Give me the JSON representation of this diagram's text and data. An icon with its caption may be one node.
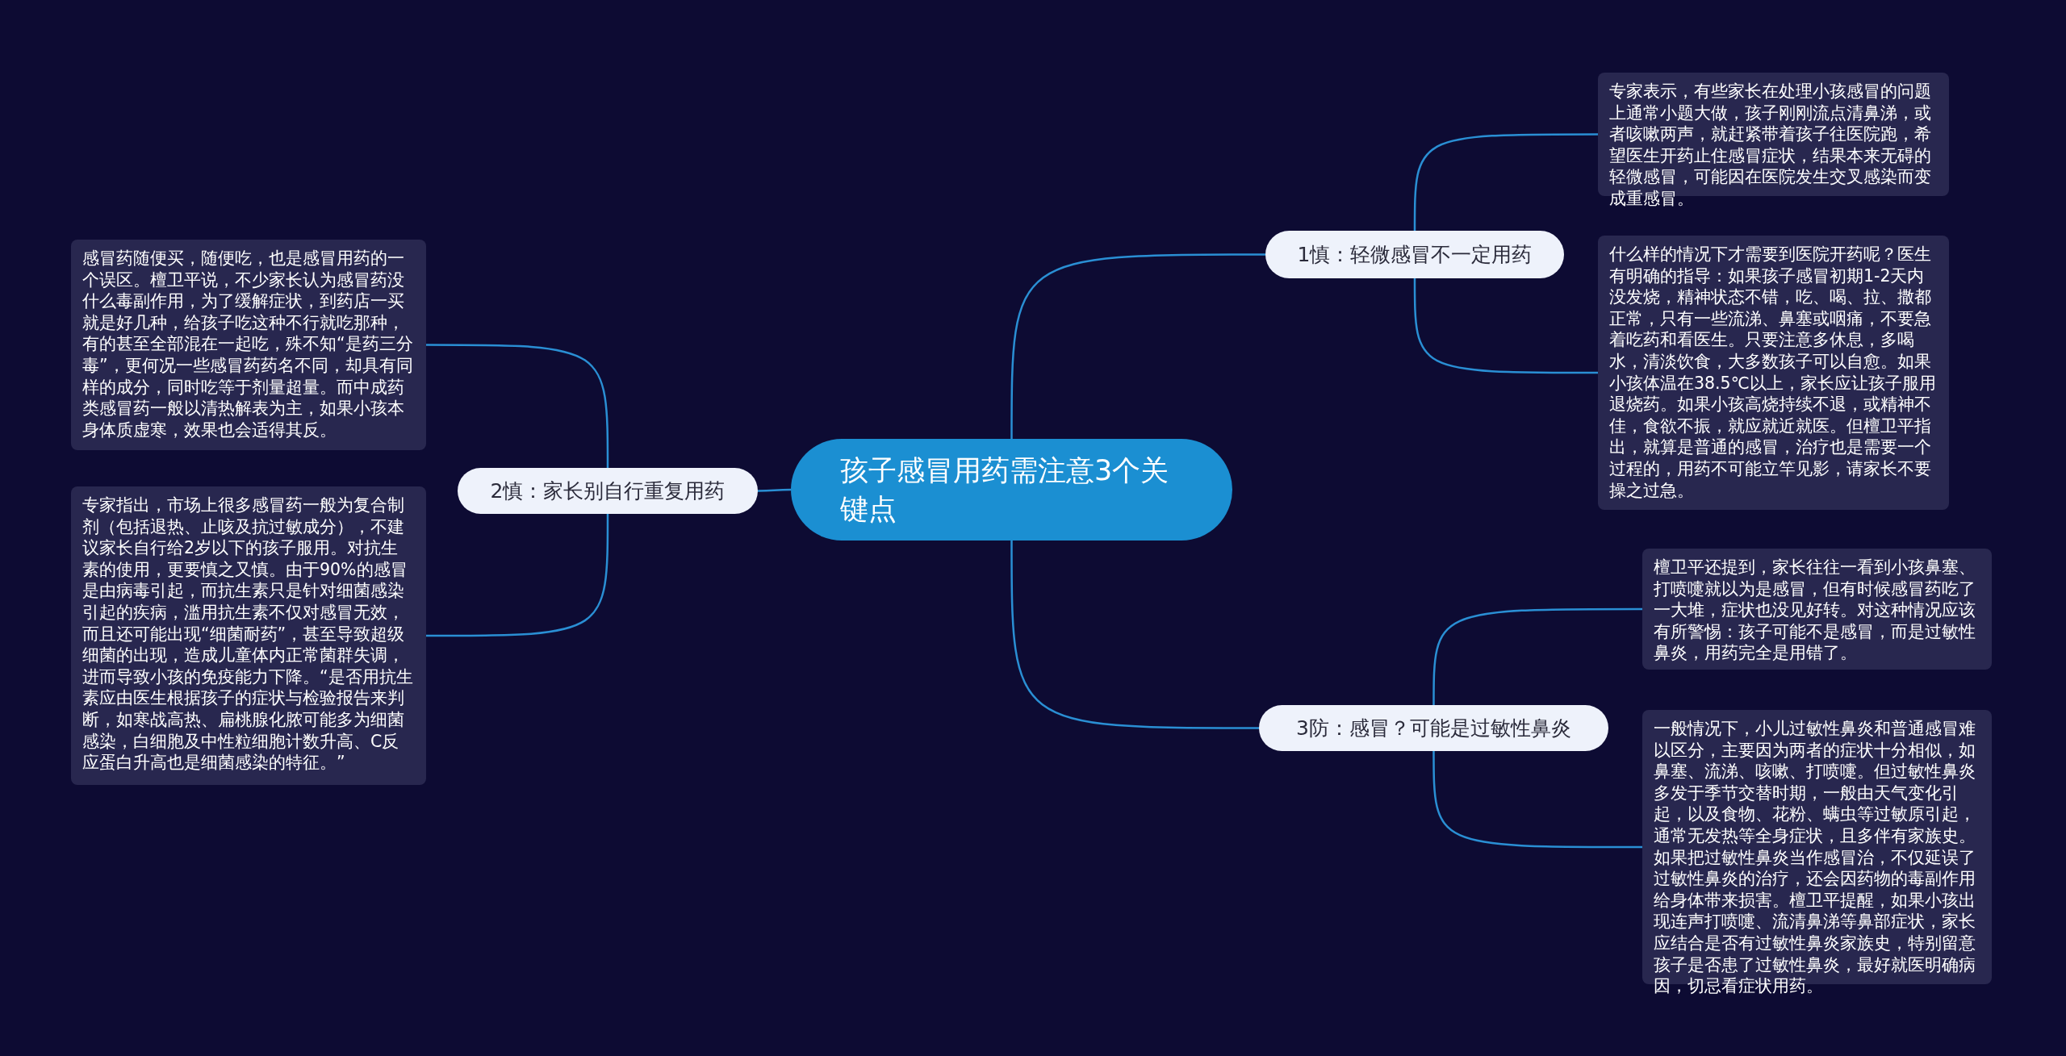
{
  "diagram": {
    "nodes": [
      {
        "text": [
          "孩子感冒用药需注意3个关键点"
        ]
      },
      {
        "text": [
          "1慎：轻微感冒不一定用药"
        ]
      },
      {
        "text": [
          "专家表示，有些家长在处理小孩感冒的问题上通常小题大做，孩子刚刚流点清鼻涕，或者咳嗽两声，就赶紧带着孩子往医院跑，希望医生开药止住感冒症状，结果本来无碍的轻微感冒，可能因在医院发生交叉感染而变成重感冒。"
        ]
      },
      {
        "text": [
          "什么样的情况下才需要到医院开药呢？医生有明确的指导：如果孩子感冒初期1-2天内没发烧，精神状态不错，吃、喝、拉、撒都正常，只有一些流涕、鼻塞或咽痛，不要急着吃药和看医生。只要注意多休息，多喝水，清淡饮食，大多数孩子可以自愈。如果小孩体温在38.5℃以上，家长应让孩子服用退烧药。如果小孩高烧持续不退，或精神不佳，食欲不振，就应就近就医。但檀卫平指出，就算是普通的感冒，治疗也是需要一个过程的，用药不可能立竿见影，请家长不要操之过急。"
        ]
      },
      {
        "text": [
          "2慎：家长别自行重复用药"
        ]
      },
      {
        "text": [
          "感冒药随便买，随便吃，也是感冒用药的一个误区。檀卫平说，不少家长认为感冒药没什么毒副作用，为了缓解症状，到药店一买就是好几种，给孩子吃这种不行就吃那种，有的甚至全部混在一起吃，殊不知“是药三分毒”，更何况一些感冒药药名不同，却具有同样的成分，同时吃等于剂量超量。而中成药类感冒药一般以清热解表为主，如果小孩本身体质虚寒，效果也会适得其反。"
        ]
      },
      {
        "text": [
          "专家指出，市场上很多感冒药一般为复合制剂（包括退热、止咳及抗过敏成分），不建议家长自行给2岁以下的孩子服用。对抗生素的使用，更要慎之又慎。由于90%的感冒是由病毒引起，而抗生素只是针对细菌感染引起的疾病，滥用抗生素不仅对感冒无效，而且还可能出现“细菌耐药”，甚至导致超级细菌的出现，造成儿童体内正常菌群失调，进而导致小孩的免疫能力下降。“是否用抗生素应由医生根据孩子的症状与检验报告来判断，如寒战高热、扁桃腺化脓可能多为细菌感染，白细胞及中性粒细胞计数升高、C反应蛋白升高也是细菌感染的特征。”"
        ]
      },
      {
        "text": [
          "3防：感冒？可能是过敏性鼻炎"
        ]
      },
      {
        "text": [
          "檀卫平还提到，家长往往一看到小孩鼻塞、打喷嚏就以为是感冒，但有时候感冒药吃了一大堆，症状也没见好转。对这种情况应该有所警惕：孩子可能不是感冒，而是过敏性鼻炎，用药完全是用错了。"
        ]
      },
      {
        "text": [
          "一般情况下，小儿过敏性鼻炎和普通感冒难以区分，主要因为两者的症状十分相似，如鼻塞、流涕、咳嗽、打喷嚏。但过敏性鼻炎多发于季节交替时期，一般由天气变化引起，以及食物、花粉、螨虫等过敏原引起，通常无发热等全身症状，且多伴有家族史。如果把过敏性鼻炎当作感冒治，不仅延误了过敏性鼻炎的治疗，还会因药物的毒副作用给身体带来损害。檀卫平提醒，如果小孩出现连声打喷嚏、流清鼻涕等鼻部症状，家长应结合是否有过敏性鼻炎家族史，特别留意孩子是否患了过敏性鼻炎，最好就医明确病因，切忌看症状用药。"
        ]
      }
    ],
    "edges": [
      {
        "from": 0,
        "to": 1,
        "arrow": "none"
      },
      {
        "from": 1,
        "to": 2,
        "arrow": "none"
      },
      {
        "from": 1,
        "to": 3,
        "arrow": "none"
      },
      {
        "from": 0,
        "to": 4,
        "arrow": "none"
      },
      {
        "from": 4,
        "to": 5,
        "arrow": "none"
      },
      {
        "from": 4,
        "to": 6,
        "arrow": "none"
      },
      {
        "from": 0,
        "to": 7,
        "arrow": "none"
      },
      {
        "from": 7,
        "to": 8,
        "arrow": "none"
      },
      {
        "from": 7,
        "to": 9,
        "arrow": "none"
      }
    ]
  }
}
